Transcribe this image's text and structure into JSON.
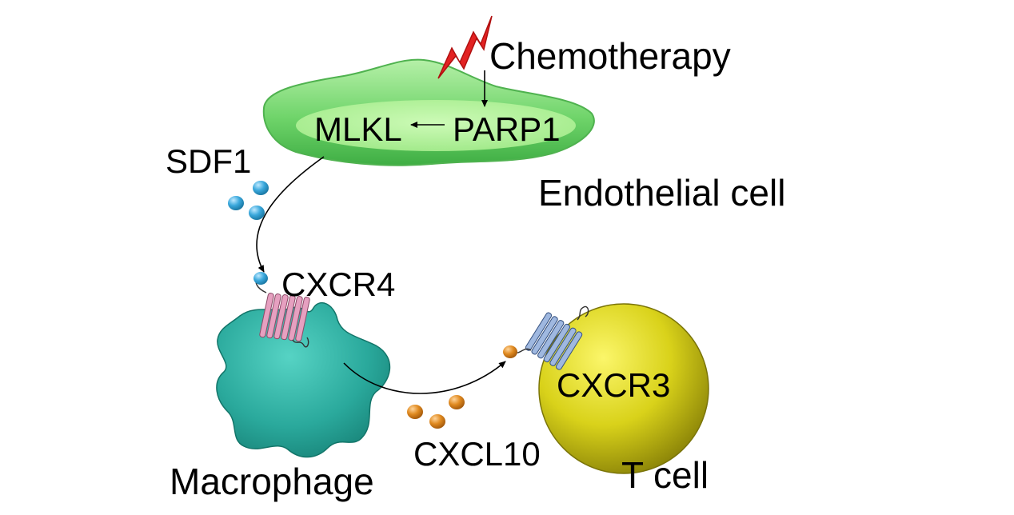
{
  "labels": {
    "chemotherapy": "Chemotherapy",
    "mlkl": "MLKL",
    "parp1": "PARP1",
    "endothelial_cell": "Endothelial cell",
    "sdf1": "SDF1",
    "cxcr4": "CXCR4",
    "cxcr3": "CXCR3",
    "cxcl10": "CXCL10",
    "macrophage": "Macrophage",
    "t_cell": "T cell"
  },
  "colors": {
    "endothelial_cell": "#7ed87a",
    "endothelial_nucleus": "#b5f59a",
    "macrophage": "#2fb5a8",
    "t_cell": "#e6e020",
    "sdf1_ligand": "#3aa8dc",
    "cxcl10_ligand": "#e08a20",
    "cxcr4_receptor": "#e6a0c0",
    "cxcr3_receptor": "#9fb8e0",
    "chemotherapy_bolt": "#e32222"
  }
}
